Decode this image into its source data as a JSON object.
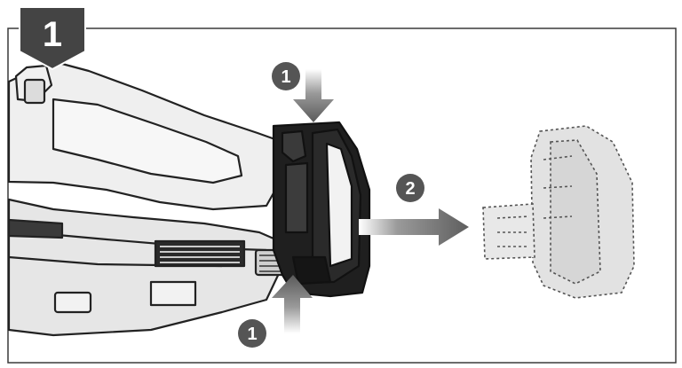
{
  "step": {
    "number": "1"
  },
  "markers": [
    {
      "id": "press-top",
      "label": "1"
    },
    {
      "id": "pull-out",
      "label": "2"
    },
    {
      "id": "press-bottom",
      "label": "1"
    }
  ],
  "colors": {
    "frame": "#3a3a3a",
    "badge": "#444444",
    "marker": "#555555",
    "arrow": "#6e6e6e",
    "tool_outline": "#222222",
    "tool_fill": "#e9e9e9",
    "battery_fill": "#1e1e1e",
    "ghost_fill": "#dddddd"
  }
}
